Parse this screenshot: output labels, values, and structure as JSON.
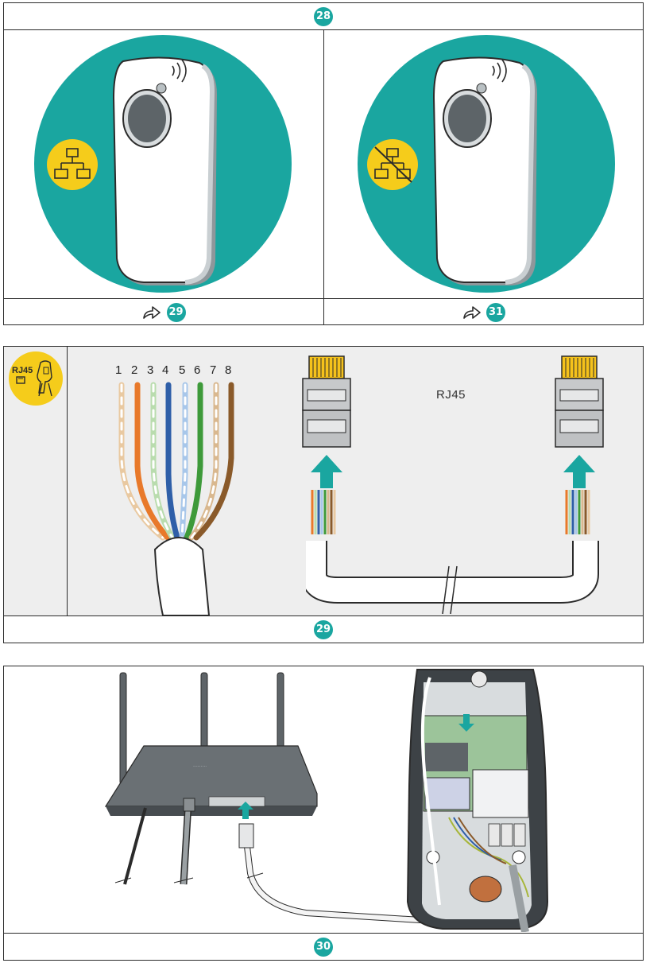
{
  "section28": {
    "header_step": "28",
    "left_next_step": "29",
    "right_next_step": "31"
  },
  "section29": {
    "badge_text": "RJ45",
    "wire_numbers": [
      "1",
      "2",
      "3",
      "4",
      "5",
      "6",
      "7",
      "8"
    ],
    "connector_label": "RJ45",
    "footer_step": "29"
  },
  "section30": {
    "footer_step": "30"
  },
  "colors": {
    "teal": "#1aa6a0",
    "yellow": "#f5cc1b",
    "panel_grey": "#eeeeee"
  },
  "icons": {
    "network": "network-topology-icon",
    "no_network": "no-network-icon",
    "next": "arrow-forward-icon",
    "rfid": "contactless-icon",
    "crimp_tool": "rj45-crimp-tool-icon"
  }
}
